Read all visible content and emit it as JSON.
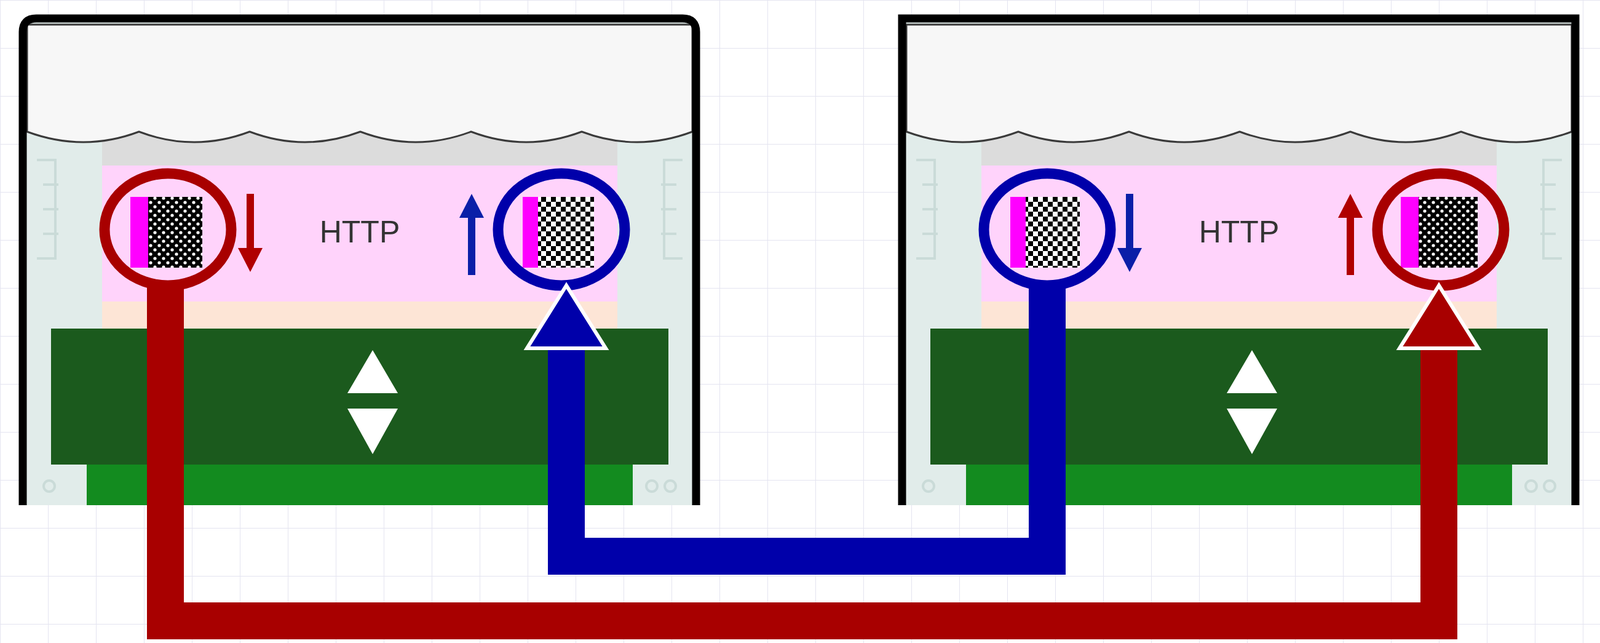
{
  "diagram": {
    "nodes": [
      {
        "text": [
          "HTTP"
        ]
      },
      {
        "text": [
          "HTTP"
        ]
      }
    ],
    "edges": [
      {
        "from": 0,
        "to": 1,
        "arrow": "to"
      },
      {
        "from": 1,
        "to": 0,
        "arrow": "to"
      }
    ]
  }
}
